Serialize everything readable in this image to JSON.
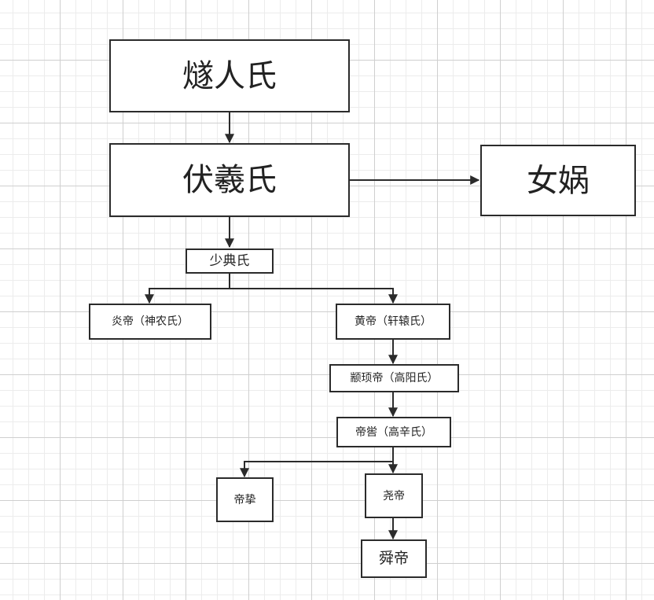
{
  "diagram": {
    "nodes": {
      "suirenshi": "燧人氏",
      "fuxishi": "伏羲氏",
      "nvwa": "女娲",
      "shaodianshi": "少典氏",
      "yandi": "炎帝（神农氏）",
      "huangdi": "黄帝（轩辕氏）",
      "zhuanxu": "颛顼帝（高阳氏）",
      "diku": "帝喾（高辛氏）",
      "dizhi": "帝挚",
      "yaodi": "尧帝",
      "shundi": "舜帝"
    },
    "edges": [
      {
        "from": "燧人氏",
        "to": "伏羲氏"
      },
      {
        "from": "伏羲氏",
        "to": "女娲"
      },
      {
        "from": "伏羲氏",
        "to": "少典氏"
      },
      {
        "from": "少典氏",
        "to": "炎帝（神农氏）"
      },
      {
        "from": "少典氏",
        "to": "黄帝（轩辕氏）"
      },
      {
        "from": "黄帝（轩辕氏）",
        "to": "颛顼帝（高阳氏）"
      },
      {
        "from": "颛顼帝（高阳氏）",
        "to": "帝喾（高辛氏）"
      },
      {
        "from": "帝喾（高辛氏）",
        "to": "帝挚"
      },
      {
        "from": "帝喾（高辛氏）",
        "to": "尧帝"
      },
      {
        "from": "尧帝",
        "to": "舜帝"
      }
    ],
    "colors": {
      "stroke": "#2b2b2b",
      "grid_major": "#cfcfcf",
      "grid_minor": "#ececec",
      "background": "#ffffff"
    }
  }
}
